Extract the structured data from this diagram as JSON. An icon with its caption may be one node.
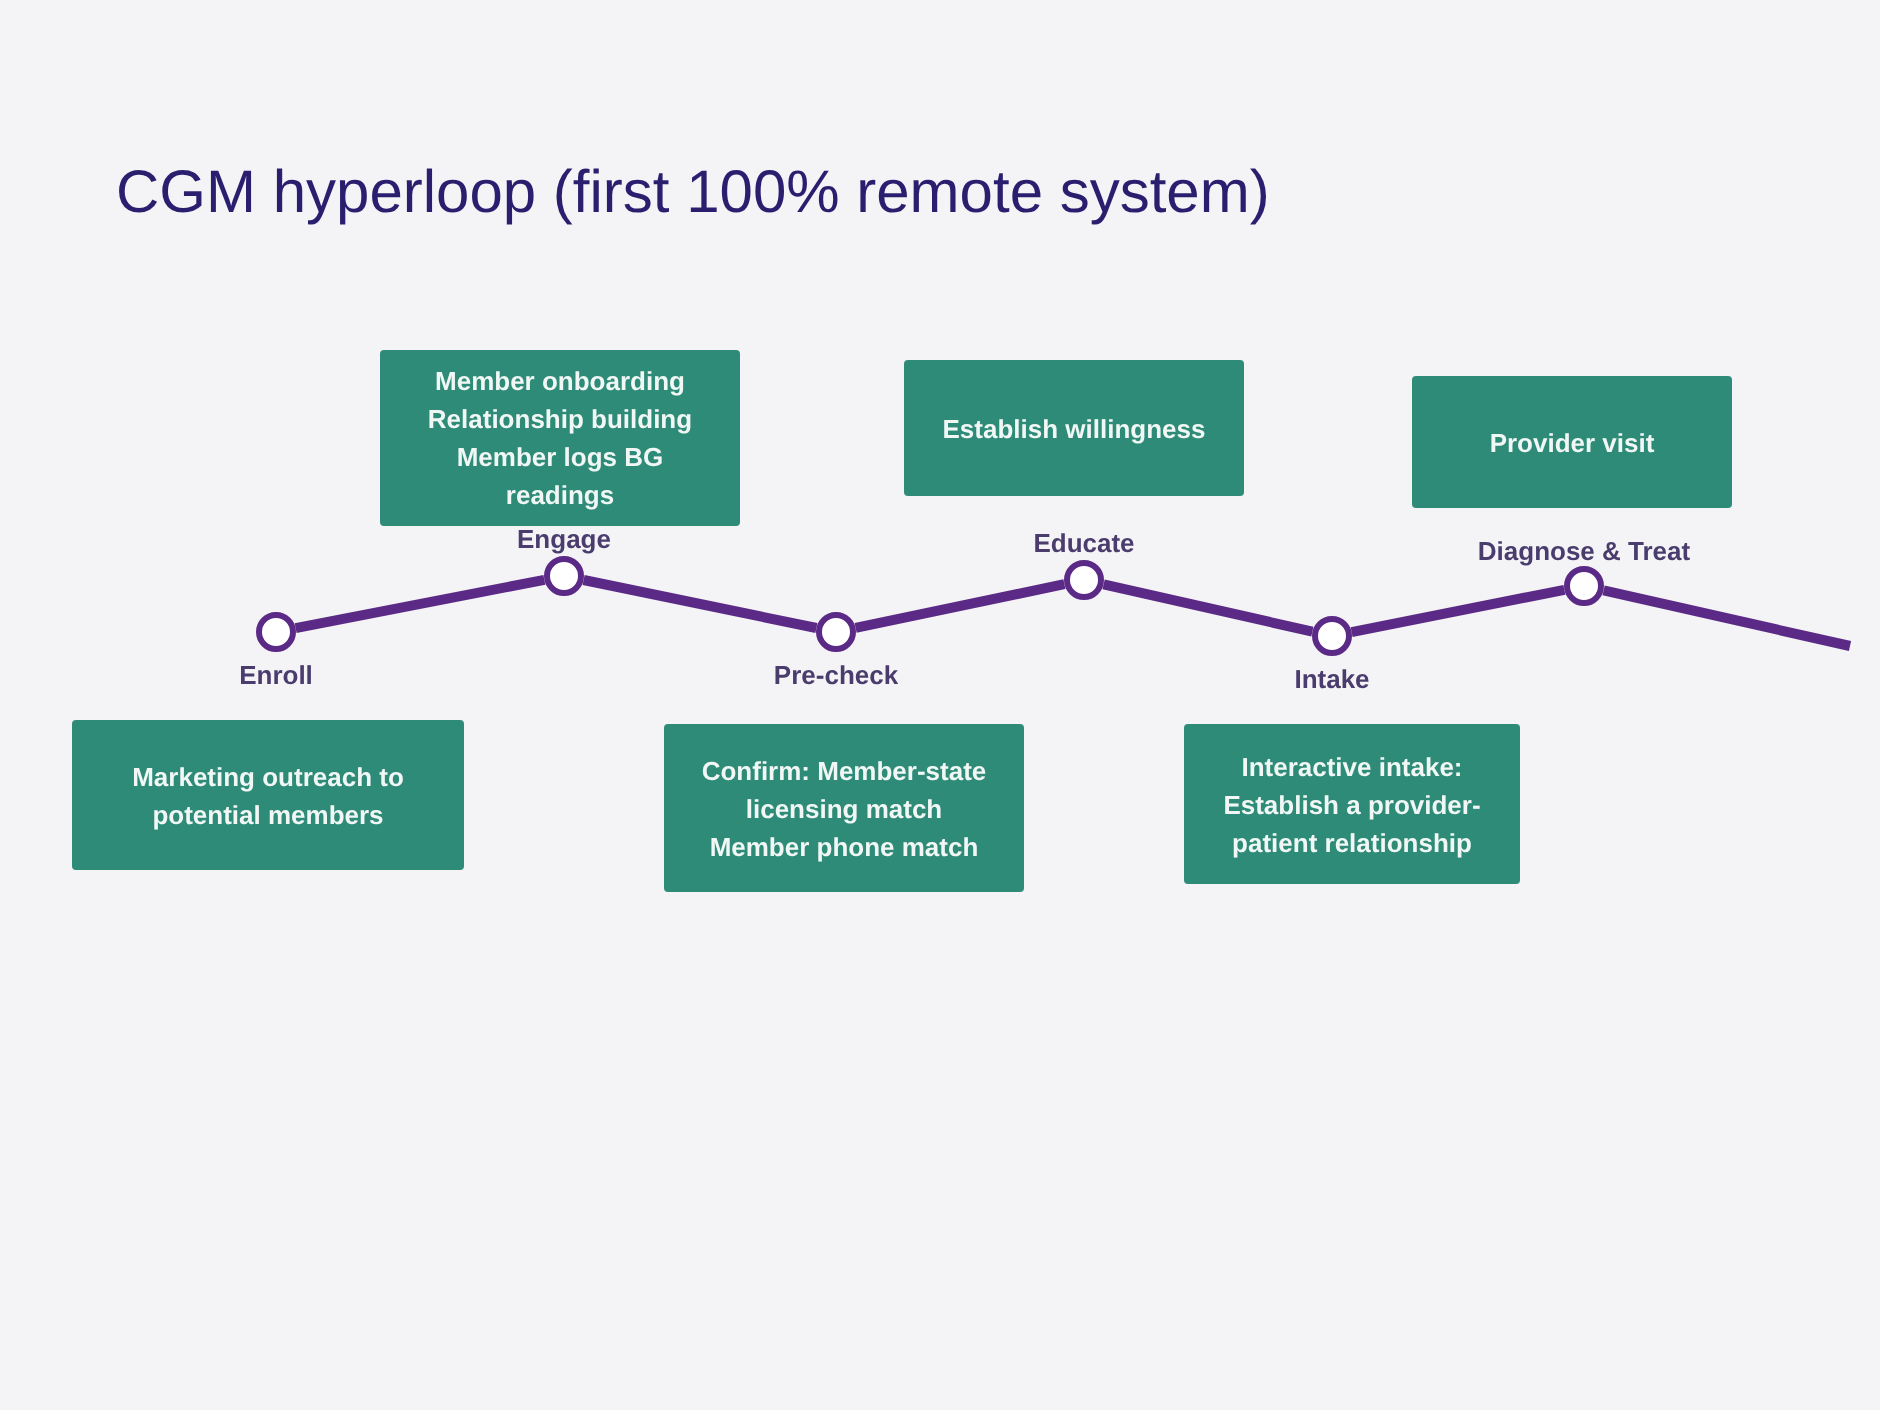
{
  "diagram": {
    "title": "CGM hyperloop (first 100% remote system)",
    "nodes": [
      {
        "text": [],
        "shape": "circle",
        "beside": [
          "Enroll"
        ]
      },
      {
        "text": [],
        "shape": "circle",
        "beside": [
          "Engage"
        ]
      },
      {
        "text": [],
        "shape": "circle",
        "beside": [
          "Pre-check"
        ]
      },
      {
        "text": [],
        "shape": "circle",
        "beside": [
          "Educate"
        ]
      },
      {
        "text": [],
        "shape": "circle",
        "beside": [
          "Intake"
        ]
      },
      {
        "text": [],
        "shape": "circle",
        "beside": [
          "Diagnose & Treat"
        ]
      },
      {
        "text": [
          "Marketing outreach to potential members"
        ]
      },
      {
        "text": [
          "Member onboarding",
          "Relationship building",
          "Member logs BG readings"
        ]
      },
      {
        "text": [
          "Confirm: Member-state licensing match",
          "Member phone match"
        ]
      },
      {
        "text": [
          "Establish willingness"
        ]
      },
      {
        "text": [
          "Interactive intake: Establish a provider-patient relationship"
        ]
      },
      {
        "text": [
          "Provider visit"
        ]
      }
    ],
    "edges": [
      {
        "from": 0,
        "to": 1,
        "arrow": "none"
      },
      {
        "from": 1,
        "to": 2,
        "arrow": "none"
      },
      {
        "from": 2,
        "to": 3,
        "arrow": "none"
      },
      {
        "from": 3,
        "to": 4,
        "arrow": "none"
      },
      {
        "from": 4,
        "to": 5,
        "arrow": "none"
      },
      {
        "from": 5,
        "to": null,
        "arrow": "none"
      }
    ]
  }
}
